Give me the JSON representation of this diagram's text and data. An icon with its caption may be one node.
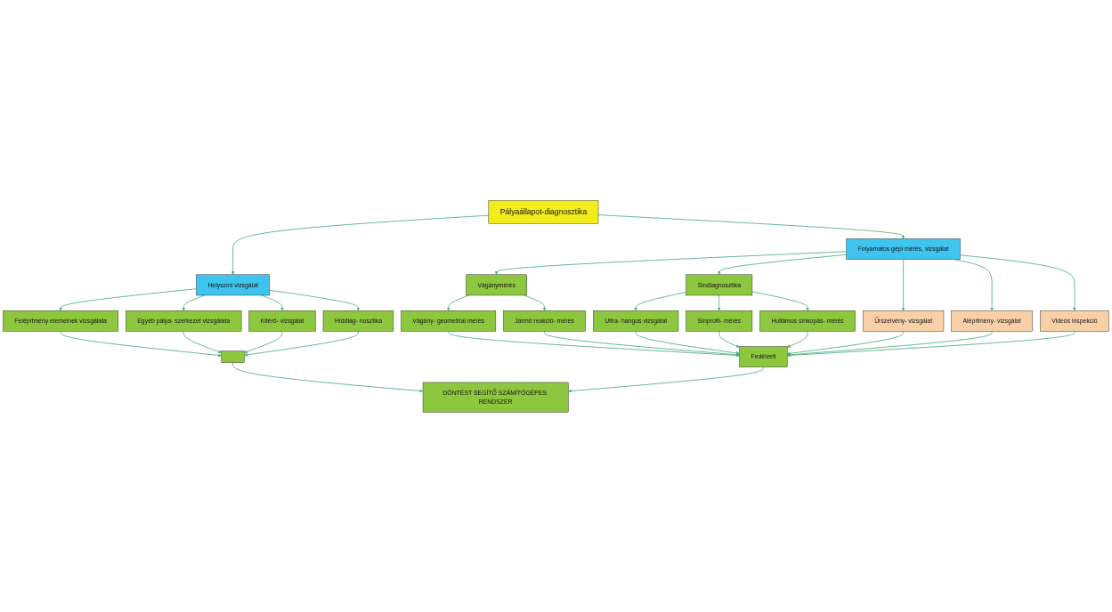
{
  "diagram": {
    "nodes": [
      {
        "text": [
          "Pályaállapot-diagnosztika"
        ]
      },
      {
        "text": [
          "Helyszíni vizsgálat"
        ]
      },
      {
        "text": [
          "Folyamatos gépi mérés, vizsgálat"
        ]
      },
      {
        "text": [
          "Felépítmény elemeinek vizsgálata"
        ]
      },
      {
        "text": [
          "Egyéb pálya- szerkezet vizsgálata"
        ]
      },
      {
        "text": [
          "Kitérő- vizsgálat"
        ]
      },
      {
        "text": [
          "Híddiag- nosztika"
        ]
      },
      {
        "text": [
          "Vágánymérés"
        ]
      },
      {
        "text": [
          "Síndiagnosztika"
        ]
      },
      {
        "text": [
          "Űrszelvény- vizsgálat"
        ]
      },
      {
        "text": [
          "Alépítmény- vizsgálat"
        ]
      },
      {
        "text": [
          "Videós inspekció"
        ]
      },
      {
        "text": [
          "Vágány- geometriai mérés"
        ]
      },
      {
        "text": [
          "Jármű reakció- mérés"
        ]
      },
      {
        "text": [
          "Ultra- hangos vizsgálat"
        ]
      },
      {
        "text": [
          "Sínprofil- mérés"
        ]
      },
      {
        "text": [
          "Hullámos sínkopás- mérés"
        ]
      },
      {
        "text": [],
        "shape": "box"
      },
      {
        "text": [
          "Fedélzeti"
        ]
      },
      {
        "text": [
          "DÖNTÉST SEGÍTŐ SZÁMÍTÓGÉPES RENDSZER"
        ]
      }
    ],
    "edges": [
      {
        "from": 0,
        "to": 1,
        "arrow": "to"
      },
      {
        "from": 0,
        "to": 2,
        "arrow": "to"
      },
      {
        "from": 1,
        "to": 3,
        "arrow": "to"
      },
      {
        "from": 1,
        "to": 4,
        "arrow": "to"
      },
      {
        "from": 1,
        "to": 5,
        "arrow": "to"
      },
      {
        "from": 1,
        "to": 6,
        "arrow": "to"
      },
      {
        "from": 2,
        "to": 7,
        "arrow": "to"
      },
      {
        "from": 2,
        "to": 8,
        "arrow": "to"
      },
      {
        "from": 2,
        "to": 9,
        "arrow": "to"
      },
      {
        "from": 2,
        "to": 10,
        "arrow": "to"
      },
      {
        "from": 2,
        "to": 11,
        "arrow": "to"
      },
      {
        "from": 7,
        "to": 12,
        "arrow": "to"
      },
      {
        "from": 7,
        "to": 13,
        "arrow": "to"
      },
      {
        "from": 8,
        "to": 14,
        "arrow": "to"
      },
      {
        "from": 8,
        "to": 15,
        "arrow": "to"
      },
      {
        "from": 8,
        "to": 16,
        "arrow": "to"
      },
      {
        "from": 3,
        "to": 17,
        "arrow": "to"
      },
      {
        "from": 4,
        "to": 17,
        "arrow": "to"
      },
      {
        "from": 5,
        "to": 17,
        "arrow": "to"
      },
      {
        "from": 6,
        "to": 17,
        "arrow": "to"
      },
      {
        "from": 12,
        "to": 18,
        "arrow": "to"
      },
      {
        "from": 13,
        "to": 18,
        "arrow": "to"
      },
      {
        "from": 14,
        "to": 18,
        "arrow": "to"
      },
      {
        "from": 15,
        "to": 18,
        "arrow": "to"
      },
      {
        "from": 16,
        "to": 18,
        "arrow": "to"
      },
      {
        "from": 9,
        "to": 18,
        "arrow": "to"
      },
      {
        "from": 10,
        "to": 18,
        "arrow": "to"
      },
      {
        "from": 11,
        "to": 18,
        "arrow": "to"
      },
      {
        "from": 17,
        "to": 19,
        "arrow": "to"
      },
      {
        "from": 18,
        "to": 19,
        "arrow": "to"
      }
    ]
  }
}
